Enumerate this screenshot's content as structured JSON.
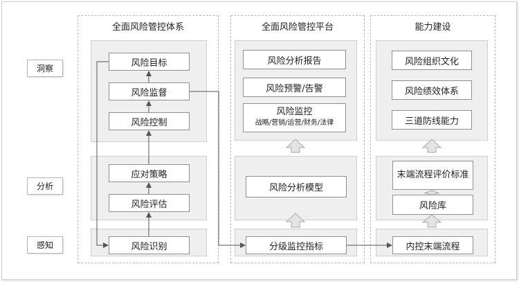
{
  "rows": [
    "洞察",
    "分析",
    "感知"
  ],
  "columns": [
    {
      "title": "全面风险管控体系"
    },
    {
      "title": "全面风险管控平台"
    },
    {
      "title": "能力建设"
    }
  ],
  "system": {
    "insight": [
      "风险目标",
      "风险监督",
      "风险控制"
    ],
    "analysis": [
      "应对策略",
      "风险评估"
    ],
    "perception": [
      "风险识别"
    ]
  },
  "platform": {
    "report": "风险分析报告",
    "warning": "风险预警/告警",
    "monitor_title": "风险监控",
    "monitor_sub": "战略/营销/运营/财务/法律",
    "model": "风险分析模型",
    "indicator": "分级监控指标"
  },
  "capability": {
    "culture": "风险组织文化",
    "performance": "风险绩效体系",
    "defense": "三道防线能力",
    "evaluation": "末端流程评价标准",
    "library": "风险库",
    "process": "内控末端流程"
  }
}
